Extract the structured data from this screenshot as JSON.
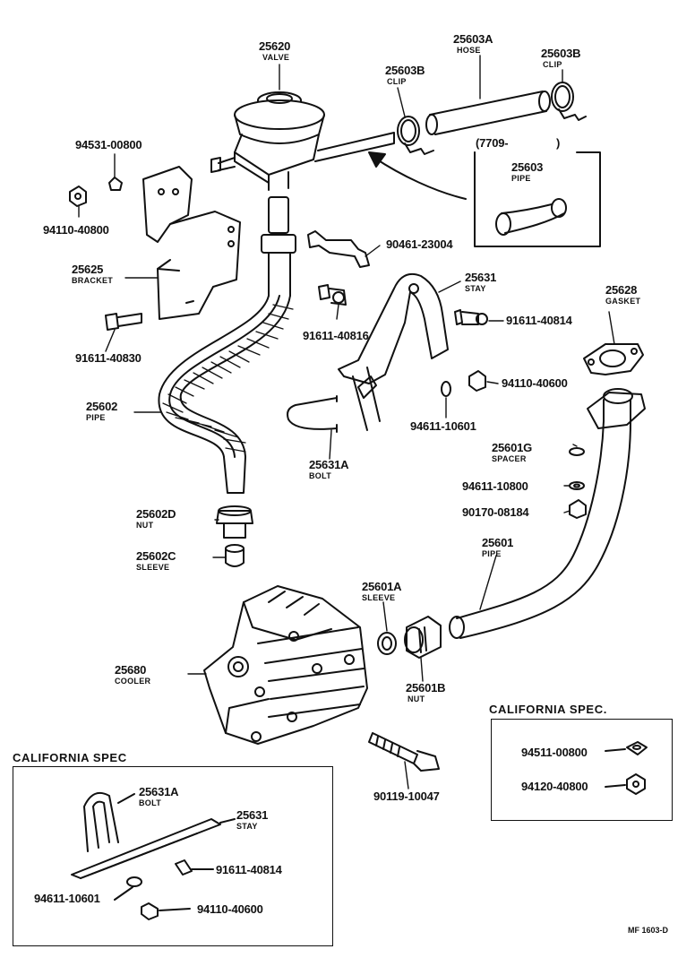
{
  "parts": {
    "p25620": {
      "number": "25620",
      "name": "VALVE"
    },
    "p25603A": {
      "number": "25603A",
      "name": "HOSE"
    },
    "p25603B_left": {
      "number": "25603B",
      "name": "CLIP"
    },
    "p25603B_right": {
      "number": "25603B",
      "name": "CLIP"
    },
    "p94531": {
      "number": "94531-00800"
    },
    "p94110_40800": {
      "number": "94110-40800"
    },
    "p25625": {
      "number": "25625",
      "name": "BRACKET"
    },
    "p91611_40830": {
      "number": "91611-40830"
    },
    "p90461": {
      "number": "90461-23004"
    },
    "p91611_40816": {
      "number": "91611-40816"
    },
    "p25631": {
      "number": "25631",
      "name": "STAY"
    },
    "p91611_40814": {
      "number": "91611-40814"
    },
    "p25628": {
      "number": "25628",
      "name": "GASKET"
    },
    "p94110_40600": {
      "number": "94110-40600"
    },
    "p94611_10601": {
      "number": "94611-10601"
    },
    "p25602": {
      "number": "25602",
      "name": "PIPE"
    },
    "p25631A": {
      "number": "25631A",
      "name": "BOLT"
    },
    "p25601G": {
      "number": "25601G",
      "name": "SPACER"
    },
    "p94611_10800": {
      "number": "94611-10800"
    },
    "p90170": {
      "number": "90170-08184"
    },
    "p25602D": {
      "number": "25602D",
      "name": "NUT"
    },
    "p25602C": {
      "number": "25602C",
      "name": "SLEEVE"
    },
    "p25601": {
      "number": "25601",
      "name": "PIPE"
    },
    "p25601A": {
      "number": "25601A",
      "name": "SLEEVE"
    },
    "p25680": {
      "number": "25680",
      "name": "COOLER"
    },
    "p25601B": {
      "number": "25601B",
      "name": "NUT"
    },
    "p90119": {
      "number": "90119-10047"
    }
  },
  "inset_7709": {
    "date": "(7709-",
    "close": ")",
    "number": "25603",
    "name": "PIPE"
  },
  "california_right": {
    "title": "CALIFORNIA SPEC.",
    "items": [
      "94511-00800",
      "94120-40800"
    ]
  },
  "california_left": {
    "title": "CALIFORNIA SPEC",
    "bolt": {
      "number": "25631A",
      "name": "BOLT"
    },
    "stay": {
      "number": "25631",
      "name": "STAY"
    },
    "items": [
      "91611-40814",
      "94611-10601",
      "94110-40600"
    ]
  },
  "figure_ref": "MF 1603-D"
}
